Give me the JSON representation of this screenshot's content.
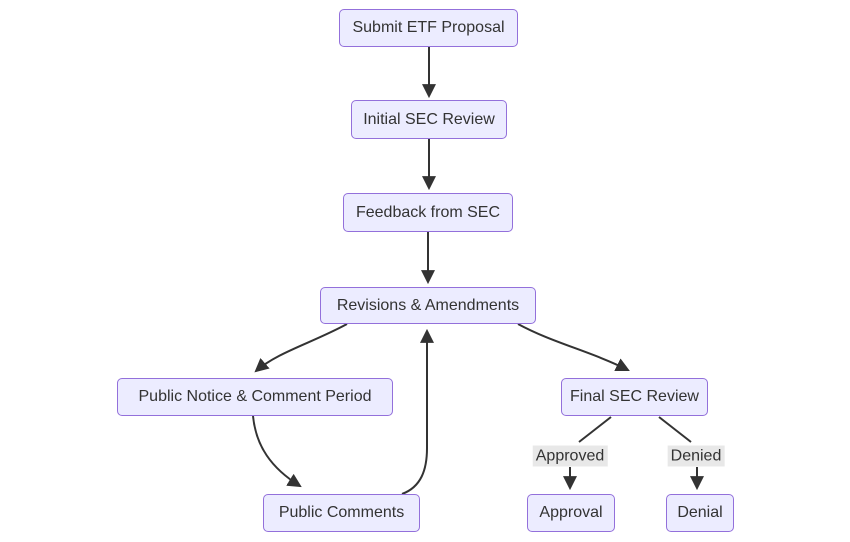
{
  "diagram": {
    "type": "flowchart",
    "direction": "top-down",
    "nodes": [
      {
        "id": "submit",
        "label": "Submit ETF Proposal"
      },
      {
        "id": "initial",
        "label": "Initial SEC Review"
      },
      {
        "id": "feedback",
        "label": "Feedback from SEC"
      },
      {
        "id": "revisions",
        "label": "Revisions & Amendments"
      },
      {
        "id": "public_notice",
        "label": "Public Notice & Comment Period"
      },
      {
        "id": "final",
        "label": "Final SEC Review"
      },
      {
        "id": "public_comments",
        "label": "Public Comments"
      },
      {
        "id": "approval",
        "label": "Approval"
      },
      {
        "id": "denial",
        "label": "Denial"
      }
    ],
    "edges": [
      {
        "from": "Submit ETF Proposal",
        "to": "Initial SEC Review",
        "label": ""
      },
      {
        "from": "Initial SEC Review",
        "to": "Feedback from SEC",
        "label": ""
      },
      {
        "from": "Feedback from SEC",
        "to": "Revisions & Amendments",
        "label": ""
      },
      {
        "from": "Revisions & Amendments",
        "to": "Public Notice & Comment Period",
        "label": ""
      },
      {
        "from": "Revisions & Amendments",
        "to": "Final SEC Review",
        "label": ""
      },
      {
        "from": "Public Notice & Comment Period",
        "to": "Public Comments",
        "label": ""
      },
      {
        "from": "Public Comments",
        "to": "Revisions & Amendments",
        "label": ""
      },
      {
        "from": "Final SEC Review",
        "to": "Approval",
        "label": "Approved"
      },
      {
        "from": "Final SEC Review",
        "to": "Denial",
        "label": "Denied"
      }
    ],
    "colors": {
      "background": "#ffffff",
      "node_fill": "#ECECFF",
      "node_border": "#9370DB",
      "node_text": "#333333",
      "edge": "#333333",
      "edge_label_background": "#e8e8e8"
    }
  }
}
